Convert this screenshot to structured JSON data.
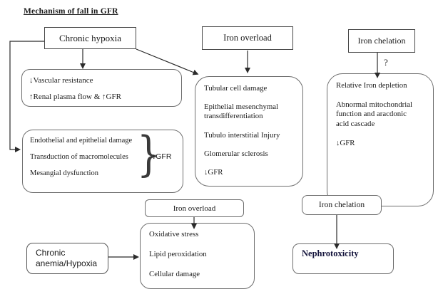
{
  "title": "Mechanism of fall in GFR",
  "question_mark": "?",
  "colors": {
    "background": "#ffffff",
    "box_border": "#6e6e6e",
    "rect_border": "#474747",
    "text": "#1a1a1a",
    "nephrotoxicity_text": "#14143c",
    "arrow": "#2b2b2b"
  },
  "nodes": {
    "chronic_hypoxia": {
      "label": "Chronic hypoxia"
    },
    "iron_overload_top": {
      "label": "Iron overload"
    },
    "iron_chelation_top": {
      "label": "Iron chelation"
    },
    "vascular": {
      "lines": [
        "↓Vascular resistance",
        "↑Renal plasma flow & ↑GFR"
      ]
    },
    "endothelial": {
      "lines": [
        "Endothelial and epithelial damage",
        "Transduction of macromolecules",
        "Mesangial dysfunction"
      ],
      "brace": "}",
      "result": "↓GFR"
    },
    "tubular": {
      "lines": [
        "Tubular cell damage",
        "Epithelial mesenchymal",
        "transdifferentiation",
        "Tubulo interstitial Injury",
        "Glomerular sclerosis",
        "↓GFR"
      ]
    },
    "relative_iron": {
      "lines": [
        "Relative Iron depletion",
        "Abnormal mitochondrial",
        "function and aracdonic",
        "acid cascade",
        "↓GFR"
      ]
    },
    "iron_overload_bottom": {
      "label": "Iron overload"
    },
    "oxidative": {
      "lines": [
        "Oxidative stress",
        "Lipid peroxidation",
        "Cellular damage"
      ]
    },
    "chronic_anemia": {
      "lines": [
        "Chronic",
        "anemia/Hypoxia"
      ]
    },
    "iron_chelation_bottom": {
      "label": "Iron chelation"
    },
    "nephrotoxicity": {
      "label": "Nephrotoxicity"
    }
  }
}
